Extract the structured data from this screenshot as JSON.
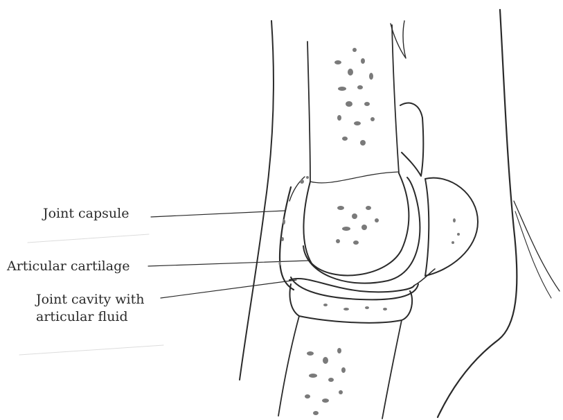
{
  "labels": {
    "joint_capsule": "Joint capsule",
    "articular_cartilage": "Articular cartilage",
    "joint_cavity_line1": "Joint cavity with",
    "joint_cavity_line2": "articular fluid"
  },
  "colors": {
    "ink": "#2a2a2a",
    "bone_spot": "#6a6a6a",
    "background": "#ffffff"
  }
}
